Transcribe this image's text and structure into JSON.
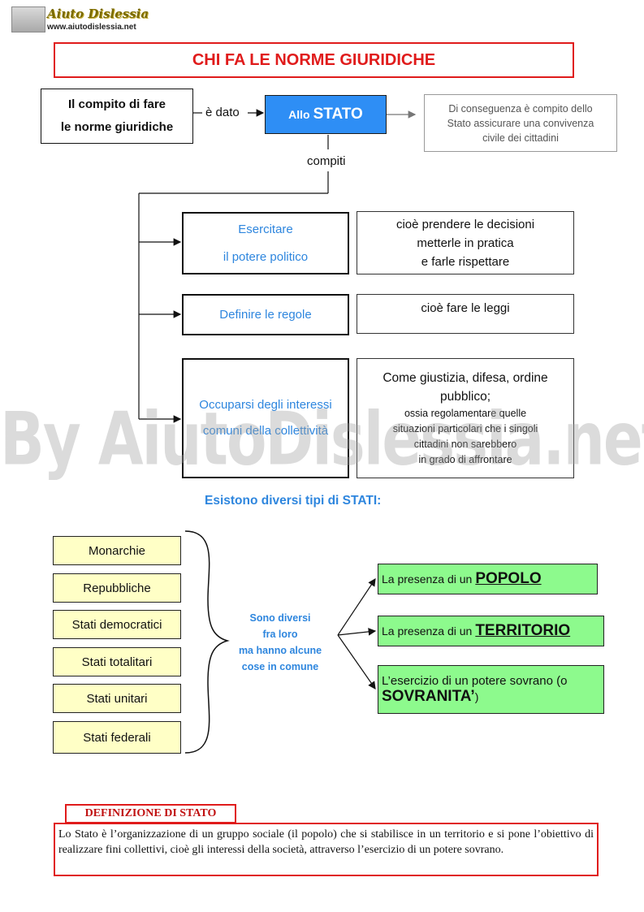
{
  "header": {
    "logo_title": "Aiuto Dislessia",
    "logo_url": "www.aiutodislessia.net"
  },
  "title": "CHI FA LE NORME GIURIDICHE",
  "top_flow": {
    "compito_line1": "Il compito di fare",
    "compito_line2": "le norme giuridiche",
    "edato": "è dato",
    "stato_prefix": "Allo",
    "stato_word": "STATO",
    "conseguenza": [
      "Di conseguenza è compito dello",
      "Stato assicurare una convivenza",
      "civile dei cittadini"
    ],
    "compiti": "compiti"
  },
  "tasks": [
    {
      "left": [
        "Esercitare",
        "il potere  politico"
      ],
      "right": [
        "cioè prendere le decisioni",
        "metterle in pratica",
        "e farle rispettare"
      ]
    },
    {
      "left": [
        "Definire  le  regole"
      ],
      "right": [
        "cioè fare le leggi"
      ]
    },
    {
      "left": [
        "Occuparsi degli interessi",
        "comuni della collettività"
      ],
      "right": [
        "Come giustizia, difesa, ordine",
        "pubblico;",
        "ossia  regolamentare quelle",
        "situazioni particolari che i singoli",
        "cittadini  non  sarebbero",
        "in grado di affrontare"
      ]
    }
  ],
  "tipi_title": "Esistono diversi tipi di STATI:",
  "state_types": [
    "Monarchie",
    "Repubbliche",
    "Stati  democratici",
    "Stati  totalitari",
    "Stati unitari",
    "Stati federali"
  ],
  "sono_diversi": [
    "Sono diversi",
    "fra loro",
    "ma hanno alcune",
    "cose in comune"
  ],
  "common": [
    {
      "prefix": "La presenza di un",
      "word": "POPOLO"
    },
    {
      "prefix": "La presenza di un",
      "word": "TERRITORIO"
    },
    {
      "prefix": "L’esercizio di un potere sovrano (o",
      "word": "SOVRANITA’",
      "suffix": ")"
    }
  ],
  "definition": {
    "title": "DEFINIZIONE DI STATO",
    "text": "Lo Stato è l’organizzazione di un gruppo sociale (il popolo) che si stabilisce in un territorio e si pone l’obiettivo di realizzare fini collettivi, cioè gli interessi della società, attraverso l’esercizio di un potere sovrano."
  },
  "watermark": "By AiutoDislessia.net",
  "colors": {
    "red": "#e01b1b",
    "blue": "#2e86de",
    "stato_fill": "#2e8ef5",
    "yellow": "#ffffc6",
    "green": "#8dfa8d"
  }
}
